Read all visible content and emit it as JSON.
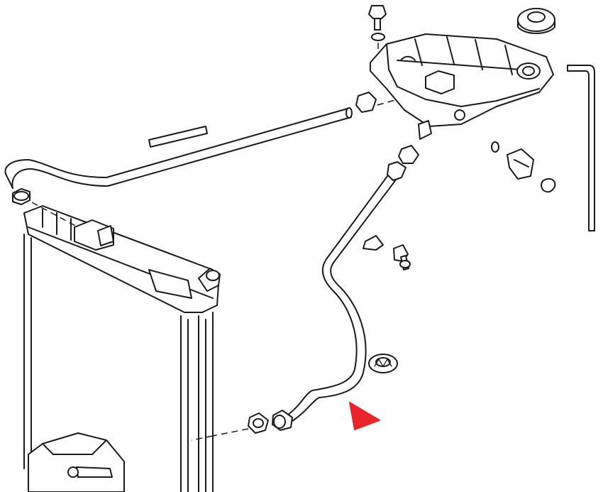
{
  "diagram": {
    "accent_color": "#e8262b",
    "line_color": "#1a1a1a",
    "background": "#ffffff",
    "parts": [
      "radiator",
      "coolant-expansion-tank",
      "filler-cap",
      "overflow-hose",
      "bleed-hose-upper",
      "lower-coolant-hose",
      "hose-clamp",
      "bolt",
      "level-sensor",
      "grommet"
    ],
    "marker": "arrow-pointer-icon"
  }
}
